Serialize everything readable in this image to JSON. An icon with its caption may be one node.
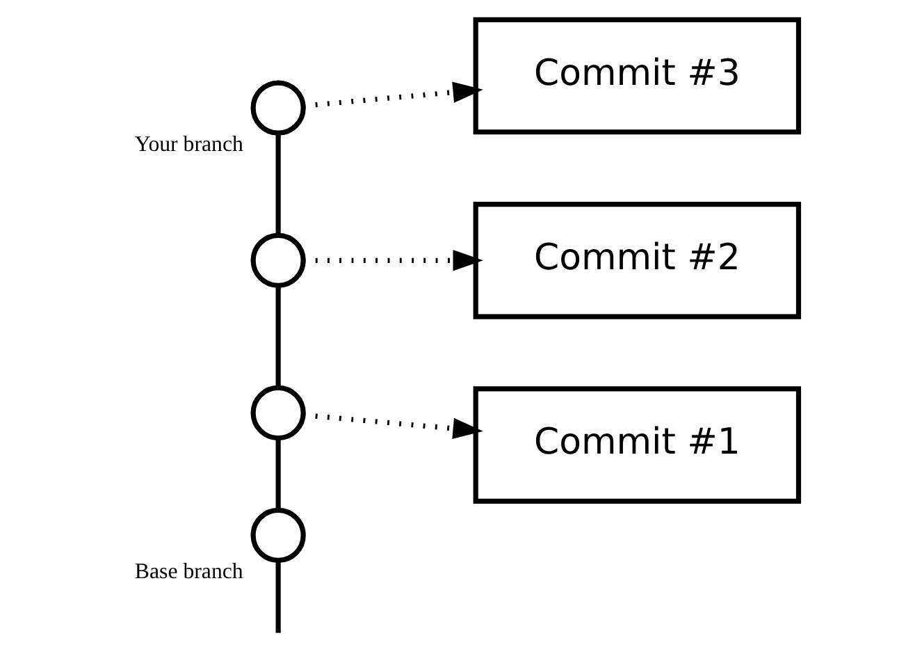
{
  "diagram": {
    "nodes": [
      {
        "text": [],
        "shape": "circle",
        "beside": [
          "Your branch"
        ]
      },
      {
        "text": [
          "Commit #3"
        ]
      },
      {
        "text": [],
        "shape": "circle"
      },
      {
        "text": [
          "Commit #2"
        ]
      },
      {
        "text": [],
        "shape": "circle"
      },
      {
        "text": [
          "Commit #1"
        ]
      },
      {
        "text": [],
        "shape": "circle",
        "beside": [
          "Base branch"
        ]
      }
    ],
    "edges": [
      {
        "from": 0,
        "to": 1,
        "arrow": "to",
        "style": "dashed"
      },
      {
        "from": 0,
        "to": 2,
        "arrow": "none"
      },
      {
        "from": 2,
        "to": 3,
        "arrow": "to",
        "style": "dashed"
      },
      {
        "from": 2,
        "to": 4,
        "arrow": "none"
      },
      {
        "from": 4,
        "to": 5,
        "arrow": "to",
        "style": "dashed"
      },
      {
        "from": 4,
        "to": 6,
        "arrow": "none"
      },
      {
        "from": 6,
        "to": null,
        "arrow": "none"
      }
    ]
  }
}
